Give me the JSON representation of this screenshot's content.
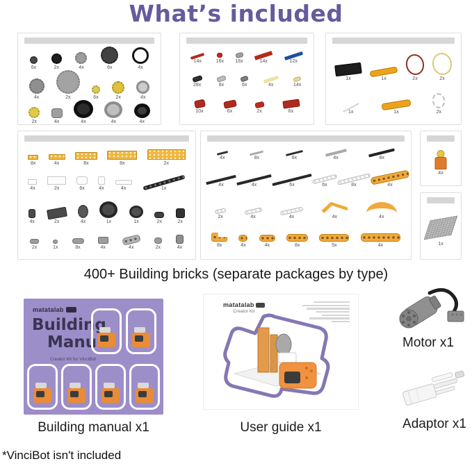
{
  "title": "What’s included",
  "caption": "400+ Building bricks (separate packages by type)",
  "footnote": "*VinciBot isn't included",
  "labels": {
    "building_manual": "Building manual x1",
    "user_guide": "User guide x1",
    "motor": "Motor x1",
    "adaptor": "Adaptor x1"
  },
  "manual": {
    "brand": "matatalab",
    "title1": "Building",
    "title2": "Manual",
    "subtitle": "Creator Kit for VinciBot"
  },
  "guide": {
    "brand": "matatalab",
    "subtitle": "Creator Kit"
  },
  "colors": {
    "accent": "#675a9c",
    "manual_purple": "#9c8ec8",
    "robot_orange": "#f0923f"
  },
  "parts_boxes": [
    {
      "name": "parts-box-gears-wheels",
      "rows": [
        [
          {
            "q": "6x",
            "t": "gear",
            "w": 11,
            "h": 11,
            "c": "#4b4b4b",
            "bc": "#242424"
          },
          {
            "q": "2x",
            "t": "gear",
            "w": 15,
            "h": 15,
            "c": "#1f1f1f",
            "bc": "#000000"
          },
          {
            "q": "4x",
            "t": "gear",
            "w": 17,
            "h": 17,
            "c": "#9d9d9d",
            "bc": "#6d6d6d"
          },
          {
            "q": "6x",
            "t": "gear",
            "w": 25,
            "h": 25,
            "c": "#414141",
            "bc": "#1c1c1c"
          },
          {
            "q": "4x",
            "t": "ring",
            "w": 24,
            "h": 24,
            "c": "#141414",
            "bw": 3
          }
        ],
        [
          {
            "q": "4x",
            "t": "gear",
            "w": 22,
            "h": 22,
            "c": "#8f8f8f",
            "bc": "#616161"
          },
          {
            "q": "2x",
            "t": "gear",
            "w": 34,
            "h": 34,
            "c": "#a3a3a3",
            "bc": "#787878"
          },
          {
            "q": "6x",
            "t": "gear",
            "w": 12,
            "h": 12,
            "c": "#ddca55",
            "bc": "#a8922f"
          },
          {
            "q": "2x",
            "t": "gear",
            "w": 18,
            "h": 18,
            "c": "#dec23f",
            "bc": "#a38b1e"
          },
          {
            "q": "4x",
            "t": "wheel",
            "w": 19,
            "h": 19,
            "c": "#cccccc",
            "bc": "#8f8f8f",
            "bw": 3
          }
        ],
        [
          {
            "q": "2x",
            "t": "gear",
            "w": 16,
            "h": 16,
            "c": "#e1ca49",
            "bc": "#ab9323"
          },
          {
            "q": "4x",
            "t": "cyl",
            "w": 16,
            "h": 14,
            "c": "#9f9f9f",
            "bc": "#707070"
          },
          {
            "q": "4x",
            "t": "wheel",
            "w": 28,
            "h": 26,
            "c": "#2c2c2c",
            "bc": "#0f0f0f",
            "bw": 5
          },
          {
            "q": "4x",
            "t": "wheel",
            "w": 26,
            "h": 24,
            "c": "#bfbfbf",
            "bc": "#8d8d8d",
            "bw": 4
          },
          {
            "q": "4x",
            "t": "wheel",
            "w": 23,
            "h": 21,
            "c": "#3d3d3d",
            "bc": "#101010",
            "bw": 5
          }
        ]
      ]
    },
    {
      "name": "parts-box-pins-axles",
      "rows": [
        [
          {
            "q": "14x",
            "t": "axle",
            "w": 20,
            "h": 4,
            "c": "#b22a1e",
            "rot": -18
          },
          {
            "q": "16x",
            "t": "pin",
            "w": 8,
            "h": 7,
            "c": "#c12a1c",
            "bc": "#8c1a10"
          },
          {
            "q": "16x",
            "t": "pin",
            "w": 11,
            "h": 7,
            "c": "#a0a0a0",
            "bc": "#757575",
            "rot": -15
          },
          {
            "q": "14x",
            "t": "axle",
            "w": 26,
            "h": 6,
            "c": "#b22a1e",
            "rot": -18
          },
          {
            "q": "12x",
            "t": "axle",
            "w": 27,
            "h": 5,
            "c": "#20509e",
            "rot": -18
          }
        ],
        [
          {
            "q": "28x",
            "t": "pin",
            "w": 14,
            "h": 7,
            "c": "#303030",
            "bc": "#111111",
            "rot": -18
          },
          {
            "q": "8x",
            "t": "pin",
            "w": 13,
            "h": 7,
            "c": "#bcbcbc",
            "bc": "#8a8a8a",
            "rot": -18
          },
          {
            "q": "6x",
            "t": "pin",
            "w": 11,
            "h": 7,
            "c": "#7d7d7d",
            "bc": "#555555",
            "rot": -18
          },
          {
            "q": "4x",
            "t": "axle",
            "w": 22,
            "h": 5,
            "c": "#efe2a6",
            "bc": "#c6b469",
            "rot": -18
          },
          {
            "q": "14x",
            "t": "pin",
            "w": 11,
            "h": 6,
            "c": "#e8d89c",
            "bc": "#bfae67",
            "rot": -18
          }
        ],
        [
          {
            "q": "10x",
            "t": "pin",
            "w": 15,
            "h": 11,
            "c": "#b22a1e",
            "bc": "#7e170c",
            "rot": -12
          },
          {
            "q": "6x",
            "t": "pin",
            "w": 18,
            "h": 10,
            "c": "#b22a1e",
            "bc": "#7e170c",
            "rot": -12
          },
          {
            "q": "2x",
            "t": "pin",
            "w": 13,
            "h": 8,
            "c": "#c12a1c",
            "bc": "#8c1a10",
            "rot": -12
          },
          {
            "q": "6x",
            "t": "rect",
            "w": 24,
            "h": 11,
            "c": "#b22a1e",
            "bc": "#7e170c",
            "rot": -8
          }
        ]
      ]
    },
    {
      "name": "parts-box-tools-bands",
      "rows": [
        [
          {
            "q": "1x",
            "t": "rect",
            "w": 38,
            "h": 16,
            "c": "#1d1d1d",
            "bc": "#000000",
            "rot": -7
          },
          {
            "q": "1x",
            "t": "cyl",
            "w": 40,
            "h": 9,
            "c": "#eda31c",
            "bc": "#b87b09",
            "rot": -10
          },
          {
            "q": "2x",
            "t": "ring",
            "w": 26,
            "h": 30,
            "c": "#8c2f24",
            "bw": 2,
            "rot": -12
          },
          {
            "q": "2x",
            "t": "ring",
            "w": 28,
            "h": 32,
            "c": "#d9ca74",
            "bw": 2,
            "rot": -12
          }
        ],
        [
          {
            "q": "1x",
            "t": "axle",
            "w": 26,
            "h": 2,
            "c": "#d2d2d2",
            "rot": -28
          },
          {
            "q": "1x",
            "t": "cyl",
            "w": 42,
            "h": 10,
            "c": "#eda31c",
            "bc": "#b87b09",
            "rot": -9
          },
          {
            "q": "2x",
            "t": "dring",
            "w": 18,
            "h": 22,
            "c": "#bdbdbd",
            "bw": 2,
            "rot": -12
          }
        ]
      ]
    },
    {
      "name": "parts-box-plates-bricks",
      "rows": [
        [
          {
            "q": "8x",
            "t": "studrect",
            "w": 15,
            "h": 7,
            "c": "#efb73e",
            "bc": "#c08c1e"
          },
          {
            "q": "4x",
            "t": "studrect",
            "w": 24,
            "h": 8,
            "c": "#efb73e",
            "bc": "#c08c1e"
          },
          {
            "q": "8x",
            "t": "studrect",
            "w": 32,
            "h": 11,
            "c": "#efb73e",
            "bc": "#c08c1e"
          },
          {
            "q": "8x",
            "t": "studrect",
            "w": 43,
            "h": 13,
            "c": "#efb73e",
            "bc": "#c08c1e"
          },
          {
            "q": "2x",
            "t": "studrect",
            "w": 55,
            "h": 15,
            "c": "#efb73e",
            "bc": "#c08c1e"
          }
        ],
        [
          {
            "q": "4x",
            "t": "studrect",
            "w": 13,
            "h": 8,
            "c": "#fcfcfc",
            "bc": "#c8c8c8"
          },
          {
            "q": "2x",
            "t": "studrect",
            "w": 27,
            "h": 12,
            "c": "#fcfcfc",
            "bc": "#c8c8c8"
          },
          {
            "q": "6x",
            "t": "cyl",
            "w": 16,
            "h": 12,
            "c": "#fcfcfc",
            "bc": "#c8c8c8"
          },
          {
            "q": "4x",
            "t": "rect",
            "w": 10,
            "h": 12,
            "c": "#fcfcfc",
            "bc": "#c8c8c8"
          },
          {
            "q": "4x",
            "t": "rect",
            "w": 24,
            "h": 7,
            "c": "#fcfcfc",
            "bc": "#c8c8c8"
          },
          {
            "q": "1x",
            "t": "track",
            "w": 62,
            "h": 6,
            "c": "#242424",
            "bc": "#000000",
            "rot": -16
          }
        ],
        [
          {
            "q": "4x",
            "t": "pin",
            "w": 10,
            "h": 13,
            "c": "#4a4a4a",
            "bc": "#262626"
          },
          {
            "q": "2x",
            "t": "rect",
            "w": 28,
            "h": 14,
            "c": "#4a4a4a",
            "bc": "#262626",
            "rot": -10
          },
          {
            "q": "4x",
            "t": "gear",
            "w": 15,
            "h": 19,
            "c": "#585858",
            "bc": "#333333"
          },
          {
            "q": "1x",
            "t": "wheel",
            "w": 26,
            "h": 24,
            "c": "#4a4a4a",
            "bc": "#262626",
            "bw": 4
          },
          {
            "q": "1x",
            "t": "wheel",
            "w": 20,
            "h": 18,
            "c": "#505050",
            "bc": "#2a2a2a",
            "bw": 3
          },
          {
            "q": "2x",
            "t": "cyl",
            "w": 14,
            "h": 9,
            "c": "#3f3f3f",
            "bc": "#1f1f1f"
          },
          {
            "q": "2x",
            "t": "pin",
            "w": 13,
            "h": 14,
            "c": "#333333",
            "bc": "#151515"
          }
        ],
        [
          {
            "q": "2x",
            "t": "pin",
            "w": 13,
            "h": 7,
            "c": "#9d9d9d",
            "bc": "#6f6f6f"
          },
          {
            "q": "1x",
            "t": "pin",
            "w": 7,
            "h": 6,
            "c": "#9d9d9d",
            "bc": "#6f6f6f"
          },
          {
            "q": "8x",
            "t": "cyl",
            "w": 17,
            "h": 8,
            "c": "#9d9d9d",
            "bc": "#6f6f6f"
          },
          {
            "q": "4x",
            "t": "rect",
            "w": 15,
            "h": 10,
            "c": "#9d9d9d",
            "bc": "#6f6f6f"
          },
          {
            "q": "4x",
            "t": "beam",
            "w": 26,
            "h": 11,
            "c": "#b3b3b3",
            "bc": "#868686",
            "rot": -14
          },
          {
            "q": "2x",
            "t": "cyl",
            "w": 11,
            "h": 9,
            "c": "#9d9d9d",
            "bc": "#6f6f6f"
          },
          {
            "q": "4x",
            "t": "pin",
            "w": 11,
            "h": 13,
            "c": "#8f8f8f",
            "bc": "#5f5f5f"
          }
        ]
      ]
    },
    {
      "name": "parts-box-beams-axles",
      "rows": [
        [
          {
            "q": "4x",
            "t": "axle",
            "w": 16,
            "h": 3,
            "c": "#333333",
            "rot": -14
          },
          {
            "q": "8x",
            "t": "axle",
            "w": 20,
            "h": 3,
            "c": "#a9a9a9",
            "rot": -14
          },
          {
            "q": "8x",
            "t": "axle",
            "w": 25,
            "h": 3,
            "c": "#2e2e2e",
            "rot": -14
          },
          {
            "q": "4x",
            "t": "axle",
            "w": 31,
            "h": 4,
            "c": "#a9a9a9",
            "rot": -14
          },
          {
            "q": "8x",
            "t": "axle",
            "w": 38,
            "h": 4,
            "c": "#232323",
            "rot": -14
          }
        ],
        [
          {
            "q": "4x",
            "t": "axle",
            "w": 44,
            "h": 4,
            "c": "#282828",
            "rot": -14
          },
          {
            "q": "4x",
            "t": "axle",
            "w": 51,
            "h": 4,
            "c": "#282828",
            "rot": -14
          },
          {
            "q": "6x",
            "t": "axle",
            "w": 58,
            "h": 4,
            "c": "#282828",
            "rot": -14
          },
          {
            "q": "6x",
            "t": "flex",
            "w": 36,
            "h": 6,
            "rot": -14
          },
          {
            "q": "8x",
            "t": "flex",
            "w": 48,
            "h": 6,
            "rot": -14
          },
          {
            "q": "4x",
            "t": "beam",
            "w": 56,
            "h": 11,
            "c": "#f1a93c",
            "bc": "#bd7f10",
            "rot": -12
          }
        ],
        [
          {
            "q": "2x",
            "t": "flex",
            "w": 16,
            "h": 6,
            "rot": -12
          },
          {
            "q": "4x",
            "t": "flex",
            "w": 25,
            "h": 6,
            "rot": -12
          },
          {
            "q": "4x",
            "t": "flex",
            "w": 33,
            "h": 6,
            "rot": -12
          },
          {
            "q": "4x",
            "t": "bent",
            "w": 38,
            "h": 17,
            "c": "#f1a93c"
          },
          {
            "q": "4x",
            "t": "curve",
            "w": 44,
            "h": 16,
            "c": "#f1a93c"
          }
        ],
        [
          {
            "q": "8x",
            "t": "lbeam",
            "w": 23,
            "h": 13,
            "c": "#f1a93c",
            "bc": "#bd7f10"
          },
          {
            "q": "4x",
            "t": "beam",
            "w": 13,
            "h": 10,
            "c": "#f1a93c",
            "bc": "#bd7f10"
          },
          {
            "q": "4x",
            "t": "beam",
            "w": 23,
            "h": 10,
            "c": "#f1a93c",
            "bc": "#bd7f10"
          },
          {
            "q": "8x",
            "t": "beam",
            "w": 31,
            "h": 11,
            "c": "#f1a93c",
            "bc": "#bd7f10"
          },
          {
            "q": "5x",
            "t": "beam",
            "w": 43,
            "h": 11,
            "c": "#f1a93c",
            "bc": "#bd7f10"
          },
          {
            "q": "4x",
            "t": "beam",
            "w": 57,
            "h": 12,
            "c": "#f1a93c",
            "bc": "#bd7f10"
          }
        ]
      ]
    },
    {
      "name": "parts-box-minifigure",
      "rows": [
        [
          {
            "q": "4x",
            "t": "minifig",
            "w": 17,
            "h": 28
          }
        ]
      ]
    },
    {
      "name": "parts-box-baseplate",
      "rows": [
        [
          {
            "q": "1x",
            "t": "baseplate",
            "w": 40,
            "h": 36
          }
        ]
      ]
    }
  ]
}
